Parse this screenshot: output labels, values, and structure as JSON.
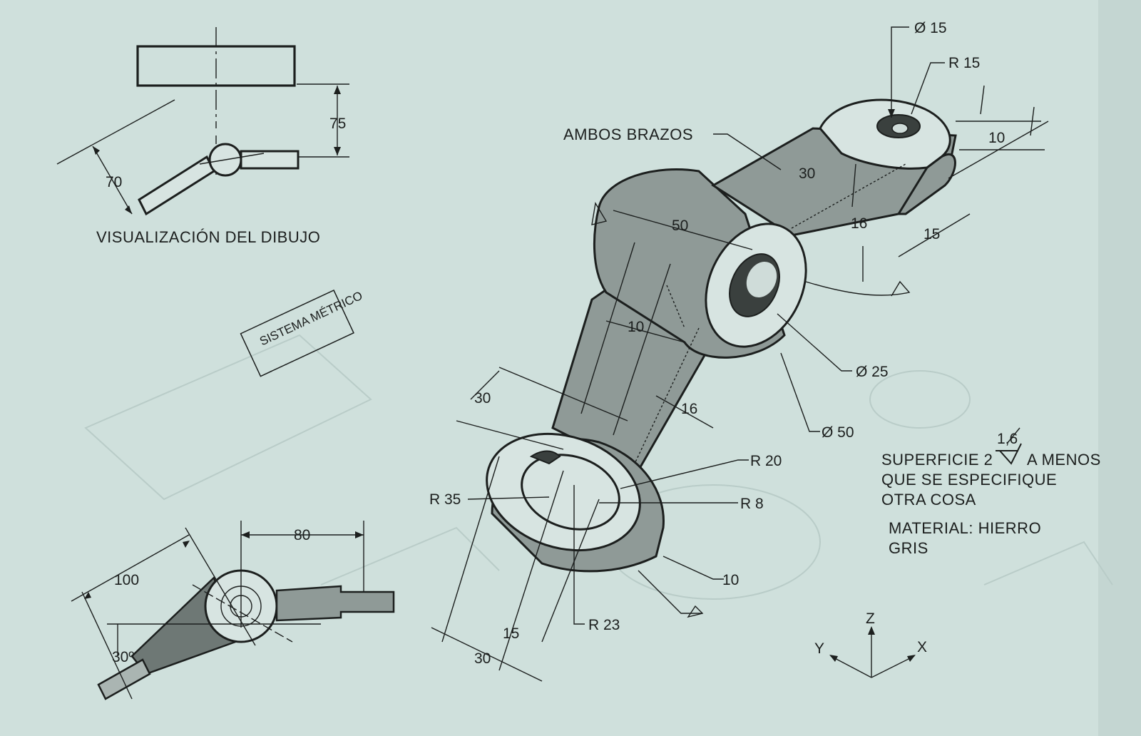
{
  "view_caption": "VISUALIZACIÓN DEL DIBUJO",
  "stamp": "SISTEMA MÉTRICO",
  "top_view": {
    "d75": "75",
    "d70": "70"
  },
  "bottom_view": {
    "d80": "80",
    "d100": "100",
    "d30deg": "30º"
  },
  "main": {
    "ambos_brazos": "AMBOS BRAZOS",
    "dia15": "Ø 15",
    "r15": "R 15",
    "d10_top": "10",
    "d30_top": "30",
    "d16_top": "16",
    "d15_right": "15",
    "d50": "50",
    "d10_mid": "10",
    "d16_mid": "16",
    "dia25": "Ø 25",
    "dia50": "Ø 50",
    "d30_left": "30",
    "r20": "R 20",
    "r8": "R 8",
    "r35": "R 35",
    "d10_bottom": "10",
    "r23": "R 23",
    "d15_bottom": "15",
    "d30_bottom": "30"
  },
  "notes": {
    "finish_value": "1,6",
    "line1": "SUPERFICIE 2",
    "line1b": "A MENOS",
    "line2": "QUE SE ESPECIFIQUE",
    "line3": "OTRA COSA",
    "material1": "MATERIAL: HIERRO",
    "material2": "GRIS"
  },
  "axes": {
    "z": "Z",
    "y": "Y",
    "x": "X"
  }
}
